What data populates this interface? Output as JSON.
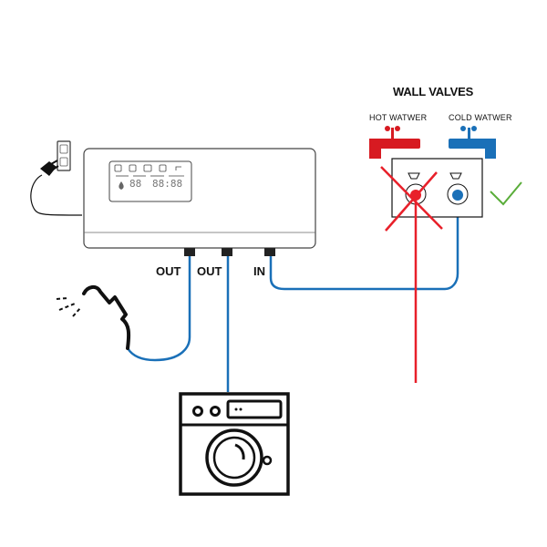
{
  "title": "WALL VALVES",
  "valves": {
    "hot": {
      "label": "HOT WATWER",
      "color": "#d71a21",
      "status": "crossed-out"
    },
    "cold": {
      "label": "COLD WATWER",
      "color": "#1a70b8",
      "status": "checked"
    }
  },
  "unit": {
    "ports": [
      {
        "label": "OUT",
        "connects_to": "shower"
      },
      {
        "label": "OUT",
        "connects_to": "washing-machine"
      },
      {
        "label": "IN",
        "connects_to": "cold-water-valve"
      }
    ],
    "display": {
      "left_readout": "88",
      "right_readout": "88:88"
    }
  },
  "colors": {
    "pipe_blue": "#1a70b8",
    "pipe_red": "#e8202a",
    "check_green": "#5aad3a",
    "outline": "#111111"
  }
}
